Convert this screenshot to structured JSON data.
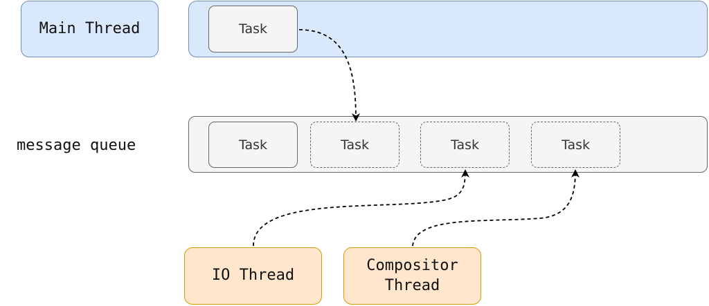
{
  "threads": {
    "main": "Main Thread",
    "io": "IO Thread",
    "compositor": "Compositor Thread"
  },
  "queue_label": "message queue",
  "main_task": "Task",
  "queue_tasks": [
    "Task",
    "Task",
    "Task",
    "Task"
  ],
  "colors": {
    "thread_fill": "#dae8fc",
    "thread_stroke": "#6c8ebf",
    "worker_fill": "#ffe6cc",
    "worker_stroke": "#d79b00",
    "queue_fill": "#f5f5f5",
    "queue_stroke": "#666666"
  }
}
